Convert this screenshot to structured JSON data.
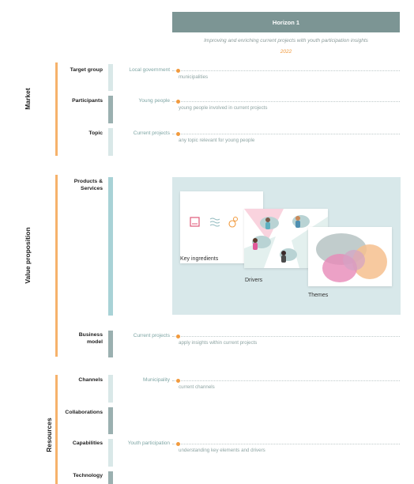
{
  "horizon": {
    "title": "Horizon 1",
    "subtitle": "Improving and enriching current projects with youth participation insights",
    "year": "2022"
  },
  "sections": {
    "market": "Market",
    "value_proposition": "Value proposition",
    "resources": "Resources"
  },
  "rows": {
    "target_group": {
      "label": "Target group",
      "value": "Local government",
      "desc": "municipalities"
    },
    "participants": {
      "label": "Participants",
      "value": "Young people",
      "desc": "young people involved in current projects"
    },
    "topic": {
      "label": "Topic",
      "value": "Current projects",
      "desc": "any topic relevant for young people"
    },
    "products_services": {
      "label_line1": "Products &",
      "label_line2": "Services"
    },
    "business_model": {
      "label_line1": "Business",
      "label_line2": "model",
      "value": "Current projects",
      "desc": "apply insights within current projects"
    },
    "channels": {
      "label": "Channels",
      "value": "Municipality",
      "desc": "current channels"
    },
    "collaborations": {
      "label": "Collaborations"
    },
    "capabilities": {
      "label": "Capabilities",
      "value": "Youth participation",
      "desc": "understanding key elements and drivers"
    },
    "technology": {
      "label": "Technology"
    }
  },
  "products": {
    "key_ingredients": "Key ingredients",
    "drivers": "Drivers",
    "themes": "Themes"
  },
  "colors": {
    "horizon_bar": "#7c9594",
    "accent_orange": "#f19a3e",
    "section_line": "#f6b26b",
    "panel_bg": "#d8e8ea"
  }
}
